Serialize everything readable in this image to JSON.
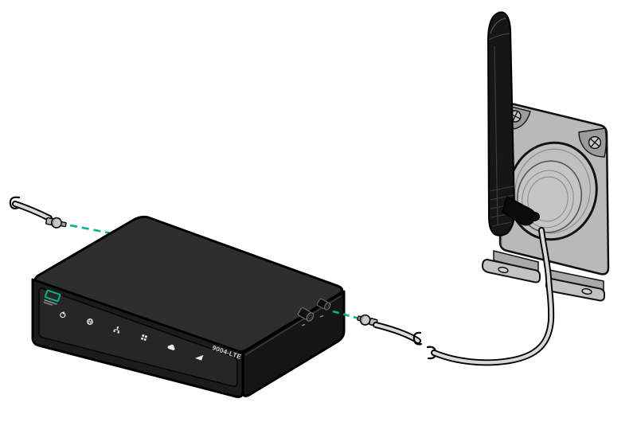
{
  "meta": {
    "type": "hardware-installation-illustration"
  },
  "device": {
    "model": "9004-LTE",
    "logo": "hpe-logo",
    "panel_icons": [
      "power-icon",
      "globe-icon",
      "branch-network-icon",
      "lan-ports-icon",
      "cloud-icon",
      "signal-strength-icon"
    ],
    "side_ports": [
      "antenna-port-upper",
      "antenna-port-lower"
    ]
  },
  "antenna_assembly": {
    "parts": [
      "antenna-rod",
      "mounting-bracket",
      "bracket-screw-left",
      "bracket-screw-right",
      "antenna-base-puck",
      "mounting-foot-left",
      "mounting-foot-right",
      "antenna-coax-cable"
    ]
  },
  "cables": {
    "left_cable": "coax-cable-with-sma-connector",
    "right_cable": "antenna-coax-cable-with-sma-connector",
    "alignment": "dashed-connection-lines"
  },
  "colors": {
    "accent_green": "#00B388",
    "device_top": "#2e2e2e",
    "device_body": "#1c1c1c",
    "bracket_gray": "#b9b9b9",
    "cable_gray": "#d9d9d9",
    "outline": "#000000",
    "background": "#ffffff"
  }
}
